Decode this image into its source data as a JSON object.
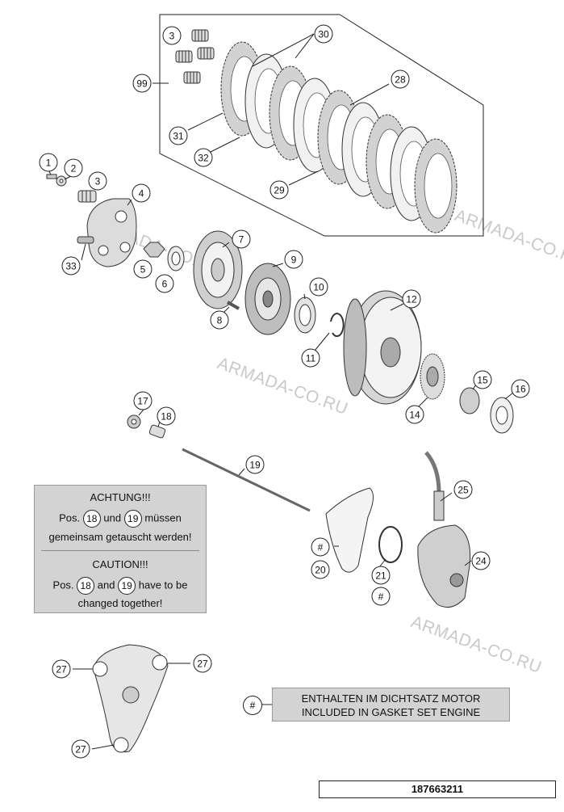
{
  "callouts": [
    "99",
    "3",
    "30",
    "28",
    "31",
    "32",
    "29",
    "1",
    "2",
    "3",
    "4",
    "33",
    "5",
    "6",
    "7",
    "8",
    "9",
    "10",
    "11",
    "12",
    "14",
    "15",
    "16",
    "17",
    "18",
    "19",
    "25",
    "20",
    "21",
    "24",
    "27",
    "27",
    "27"
  ],
  "gasket_marks": [
    "#",
    "#"
  ],
  "watermark": "ARMADA-CO.RU",
  "note": {
    "de_title": "ACHTUNG!!!",
    "de_pre": "Pos.",
    "de_ref1": "18",
    "de_mid": "und",
    "de_ref2": "19",
    "de_post": "müssen",
    "de_line2": "gemeinsam getauscht werden!",
    "en_title": "CAUTION!!!",
    "en_pre": "Pos.",
    "en_ref1": "18",
    "en_mid": "and",
    "en_ref2": "19",
    "en_post": "have to be",
    "en_line2": "changed together!"
  },
  "legend": {
    "symbol": "#",
    "line1": "ENTHALTEN IM DICHTSATZ MOTOR",
    "line2": "INCLUDED IN GASKET SET ENGINE"
  },
  "doc_number": "187663211"
}
